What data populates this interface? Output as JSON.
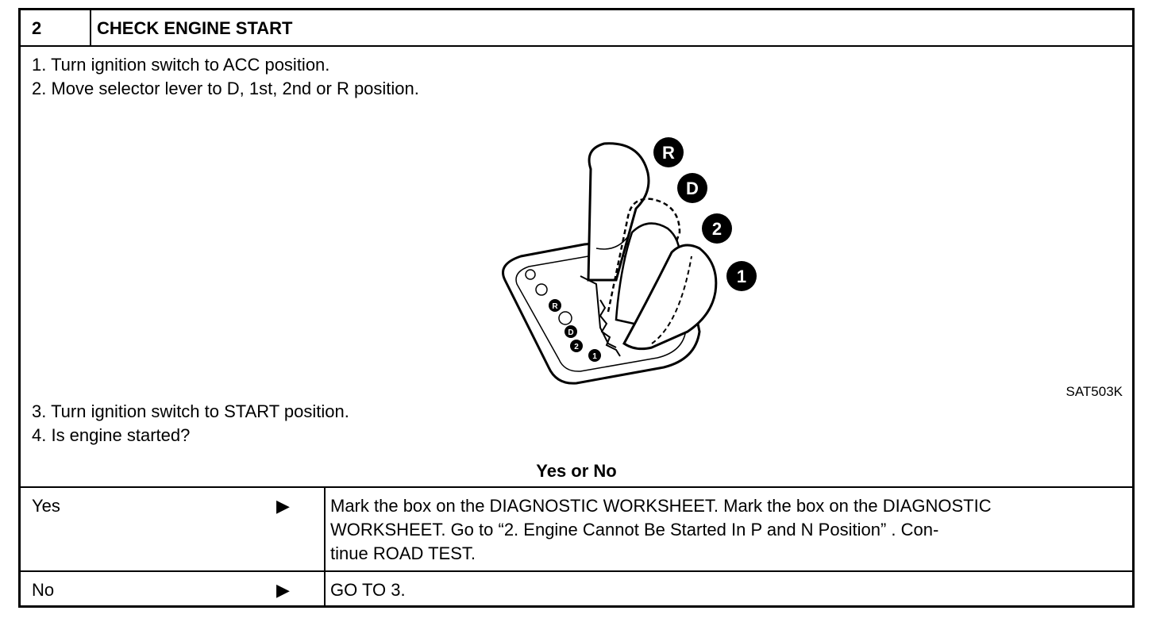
{
  "header": {
    "step_number": "2",
    "title": "CHECK ENGINE START"
  },
  "instructions": {
    "step1": "1.  Turn ignition switch to ACC position.",
    "step2": "2.  Move selector lever to D, 1st, 2nd or R position.",
    "step3": "3.  Turn ignition switch to START position.",
    "step4": "4.  Is engine started?"
  },
  "figure": {
    "code": "SAT503K",
    "position_labels": [
      "R",
      "D",
      "2",
      "1"
    ],
    "plate_labels": [
      "R",
      "D",
      "2",
      "1"
    ]
  },
  "decision": {
    "prompt": "Yes or No",
    "arrow_icon": "right-triangle-icon",
    "rows": [
      {
        "answer": "Yes",
        "action_line1": "Mark the box on the DIAGNOSTIC WORKSHEET. Mark the box on the DIAGNOSTIC",
        "action_line2": "WORKSHEET. Go to “2. Engine Cannot Be Started In P and N Position” . Con-",
        "action_line3": "tinue ROAD TEST."
      },
      {
        "answer": "No",
        "action_line1": "GO TO 3."
      }
    ]
  }
}
